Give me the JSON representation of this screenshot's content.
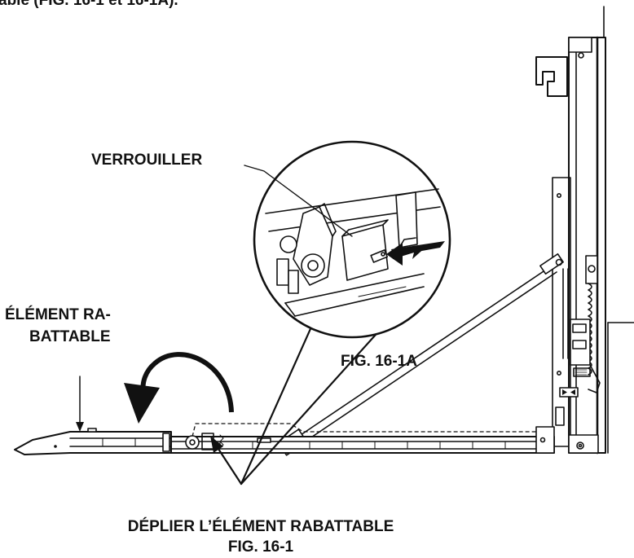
{
  "header_text": "able (FIG. 16-1 et 16-1A).",
  "labels": {
    "lock": "VERROUILLER",
    "folding_line1": "ÉLÉMENT RA-",
    "folding_line2": "BATTABLE",
    "fig_detail": "FIG. 16-1A",
    "caption_line1": "DÉPLIER L’ÉLÉMENT RABATTABLE",
    "caption_line2": "FIG. 16-1"
  },
  "colors": {
    "ink": "#111111",
    "background": "#ffffff"
  }
}
